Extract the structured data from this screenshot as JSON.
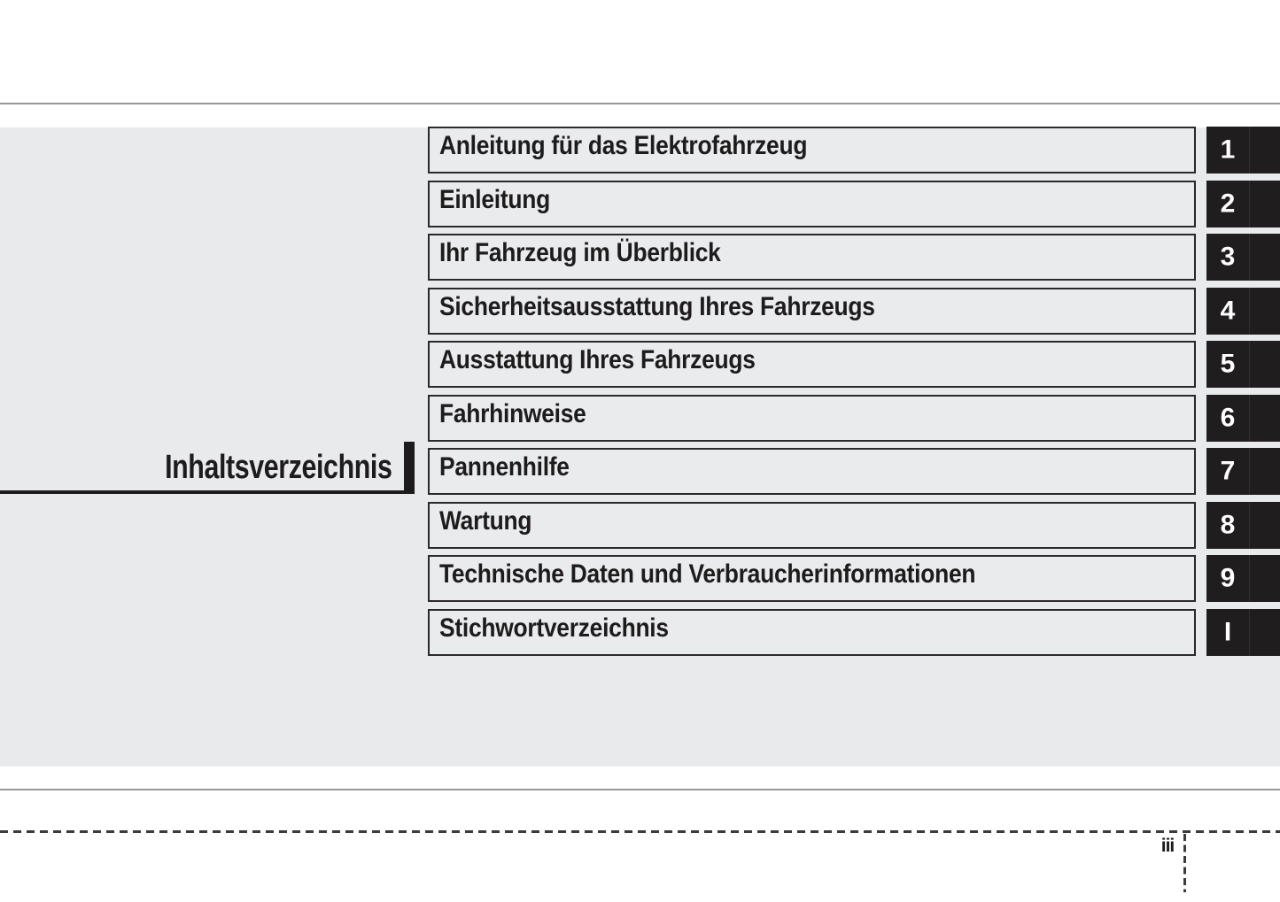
{
  "page": {
    "title": "Inhaltsverzeichnis",
    "page_number": "iii"
  },
  "chapters": [
    {
      "label": "Anleitung für das Elektrofahrzeug",
      "tab": "1"
    },
    {
      "label": "Einleitung",
      "tab": "2"
    },
    {
      "label": "Ihr Fahrzeug im Überblick",
      "tab": "3"
    },
    {
      "label": "Sicherheitsausstattung Ihres Fahrzeugs",
      "tab": "4"
    },
    {
      "label": "Ausstattung Ihres Fahrzeugs",
      "tab": "5"
    },
    {
      "label": "Fahrhinweise",
      "tab": "6"
    },
    {
      "label": "Pannenhilfe",
      "tab": "7"
    },
    {
      "label": "Wartung",
      "tab": "8"
    },
    {
      "label": "Technische Daten und Verbraucherinformationen",
      "tab": "9"
    },
    {
      "label": "Stichwortverzeichnis",
      "tab": "I"
    }
  ],
  "colors": {
    "band_bg": "#e9eaec",
    "box_bg": "#eaebed",
    "box_border": "#2b292a",
    "tab_bg": "#201d1e",
    "tab_text": "#ffffff",
    "text": "#1d1b1c",
    "rule": "#97989a",
    "dash": "#3b3b3b"
  }
}
